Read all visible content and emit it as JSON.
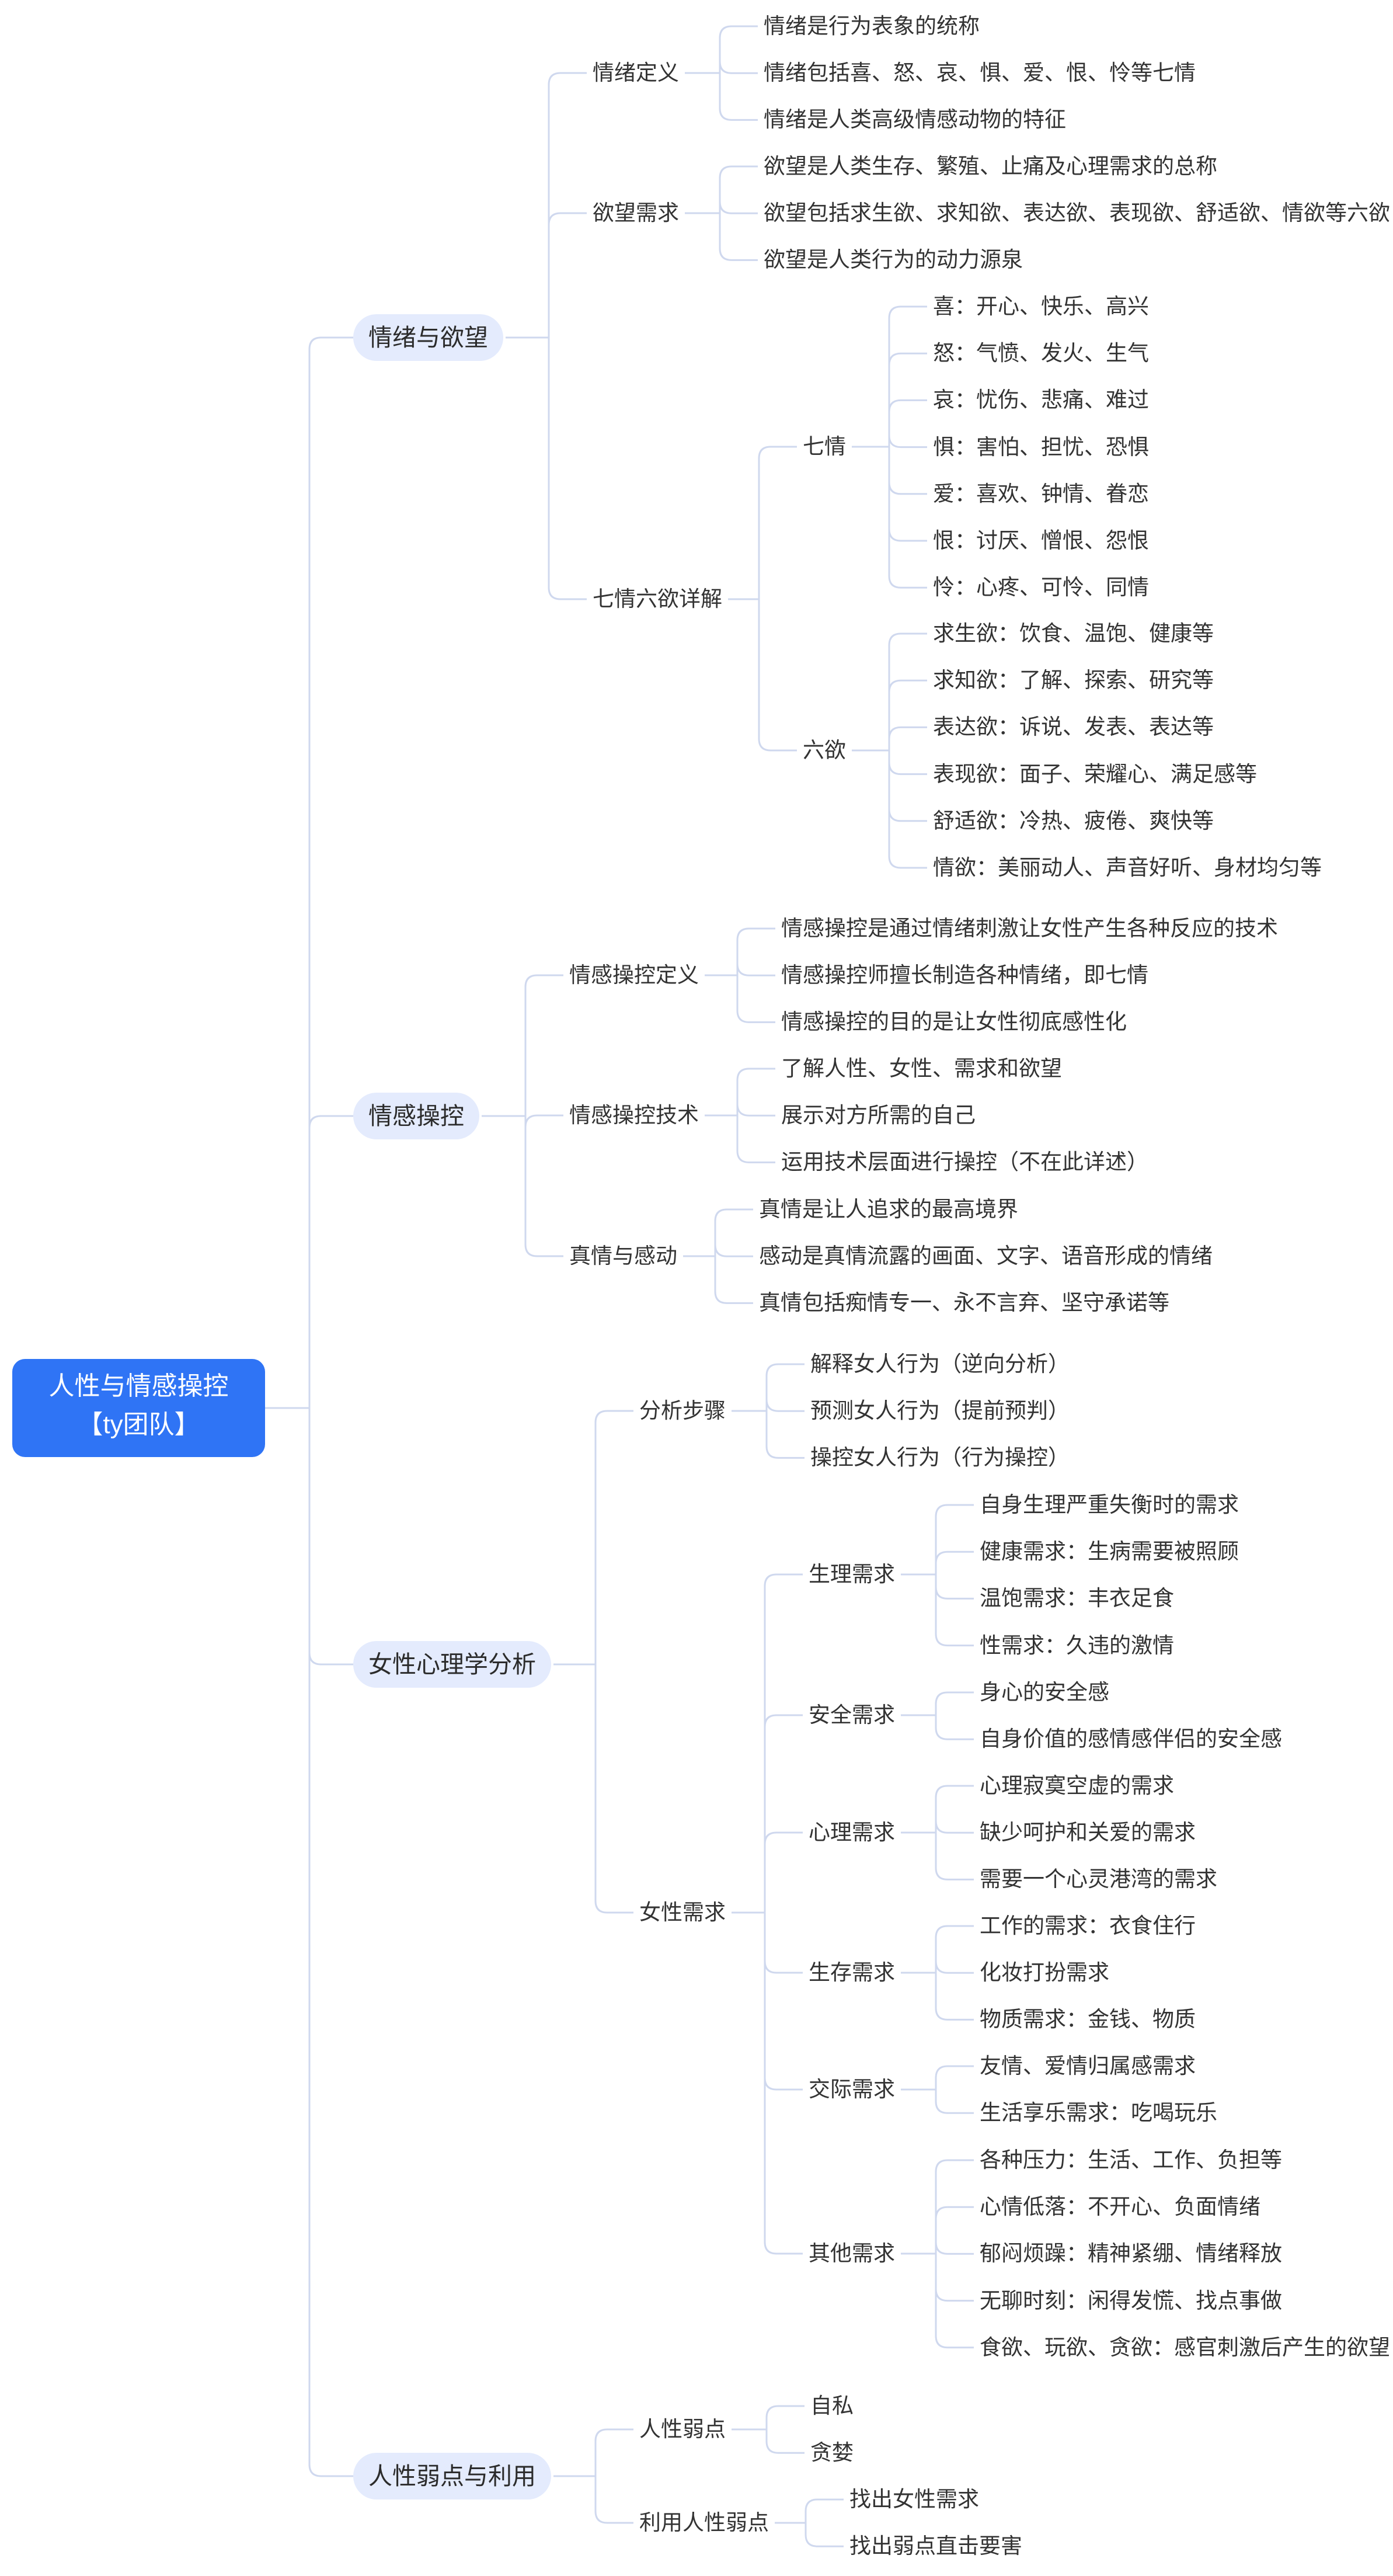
{
  "root": {
    "title_line1": "人性与情感操控",
    "title_line2": "【ty团队】"
  },
  "branches": [
    {
      "label": "情绪与欲望",
      "children": [
        {
          "label": "情绪定义",
          "children": [
            {
              "label": "情绪是行为表象的统称"
            },
            {
              "label": "情绪包括喜、怒、哀、惧、爱、恨、怜等七情"
            },
            {
              "label": "情绪是人类高级情感动物的特征"
            }
          ]
        },
        {
          "label": "欲望需求",
          "children": [
            {
              "label": "欲望是人类生存、繁殖、止痛及心理需求的总称"
            },
            {
              "label": "欲望包括求生欲、求知欲、表达欲、表现欲、舒适欲、情欲等六欲"
            },
            {
              "label": "欲望是人类行为的动力源泉"
            }
          ]
        },
        {
          "label": "七情六欲详解",
          "children": [
            {
              "label": "七情",
              "children": [
                {
                  "label": "喜：开心、快乐、高兴"
                },
                {
                  "label": "怒：气愤、发火、生气"
                },
                {
                  "label": "哀：忧伤、悲痛、难过"
                },
                {
                  "label": "惧：害怕、担忧、恐惧"
                },
                {
                  "label": "爱：喜欢、钟情、眷恋"
                },
                {
                  "label": "恨：讨厌、憎恨、怨恨"
                },
                {
                  "label": "怜：心疼、可怜、同情"
                }
              ]
            },
            {
              "label": "六欲",
              "children": [
                {
                  "label": "求生欲：饮食、温饱、健康等"
                },
                {
                  "label": "求知欲：了解、探索、研究等"
                },
                {
                  "label": "表达欲：诉说、发表、表达等"
                },
                {
                  "label": "表现欲：面子、荣耀心、满足感等"
                },
                {
                  "label": "舒适欲：冷热、疲倦、爽快等"
                },
                {
                  "label": "情欲：美丽动人、声音好听、身材均匀等"
                }
              ]
            }
          ]
        }
      ]
    },
    {
      "label": "情感操控",
      "children": [
        {
          "label": "情感操控定义",
          "children": [
            {
              "label": "情感操控是通过情绪刺激让女性产生各种反应的技术"
            },
            {
              "label": "情感操控师擅长制造各种情绪，即七情"
            },
            {
              "label": "情感操控的目的是让女性彻底感性化"
            }
          ]
        },
        {
          "label": "情感操控技术",
          "children": [
            {
              "label": "了解人性、女性、需求和欲望"
            },
            {
              "label": "展示对方所需的自己"
            },
            {
              "label": "运用技术层面进行操控（不在此详述）"
            }
          ]
        },
        {
          "label": "真情与感动",
          "children": [
            {
              "label": "真情是让人追求的最高境界"
            },
            {
              "label": "感动是真情流露的画面、文字、语音形成的情绪"
            },
            {
              "label": "真情包括痴情专一、永不言弃、坚守承诺等"
            }
          ]
        }
      ]
    },
    {
      "label": "女性心理学分析",
      "children": [
        {
          "label": "分析步骤",
          "children": [
            {
              "label": "解释女人行为（逆向分析）"
            },
            {
              "label": "预测女人行为（提前预判）"
            },
            {
              "label": "操控女人行为（行为操控）"
            }
          ]
        },
        {
          "label": "女性需求",
          "children": [
            {
              "label": "生理需求",
              "children": [
                {
                  "label": "自身生理严重失衡时的需求"
                },
                {
                  "label": "健康需求：生病需要被照顾"
                },
                {
                  "label": "温饱需求：丰衣足食"
                },
                {
                  "label": "性需求：久违的激情"
                }
              ]
            },
            {
              "label": "安全需求",
              "children": [
                {
                  "label": "身心的安全感"
                },
                {
                  "label": "自身价值的感情感伴侣的安全感"
                }
              ]
            },
            {
              "label": "心理需求",
              "children": [
                {
                  "label": "心理寂寞空虚的需求"
                },
                {
                  "label": "缺少呵护和关爱的需求"
                },
                {
                  "label": "需要一个心灵港湾的需求"
                }
              ]
            },
            {
              "label": "生存需求",
              "children": [
                {
                  "label": "工作的需求：衣食住行"
                },
                {
                  "label": "化妆打扮需求"
                },
                {
                  "label": "物质需求：金钱、物质"
                }
              ]
            },
            {
              "label": "交际需求",
              "children": [
                {
                  "label": "友情、爱情归属感需求"
                },
                {
                  "label": "生活享乐需求：吃喝玩乐"
                }
              ]
            },
            {
              "label": "其他需求",
              "children": [
                {
                  "label": "各种压力：生活、工作、负担等"
                },
                {
                  "label": "心情低落：不开心、负面情绪"
                },
                {
                  "label": "郁闷烦躁：精神紧绷、情绪释放"
                },
                {
                  "label": "无聊时刻：闲得发慌、找点事做"
                },
                {
                  "label": "食欲、玩欲、贪欲：感官刺激后产生的欲望"
                }
              ]
            }
          ]
        }
      ]
    },
    {
      "label": "人性弱点与利用",
      "children": [
        {
          "label": "人性弱点",
          "children": [
            {
              "label": "自私"
            },
            {
              "label": "贪婪"
            }
          ]
        },
        {
          "label": "利用人性弱点",
          "children": [
            {
              "label": "找出女性需求"
            },
            {
              "label": "找出弱点直击要害"
            }
          ]
        }
      ]
    }
  ]
}
